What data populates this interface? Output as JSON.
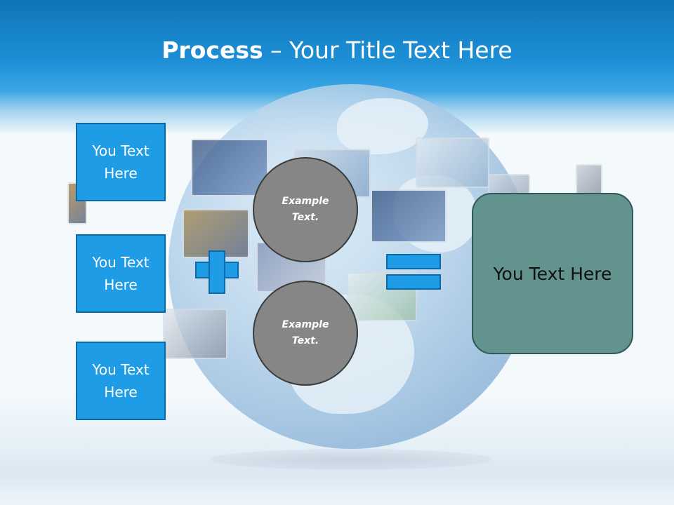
{
  "title": {
    "bold": "Process",
    "rest": " – Your Title Text Here"
  },
  "left_boxes": [
    {
      "label": "You Text Here"
    },
    {
      "label": "You Text Here"
    },
    {
      "label": "You Text Here"
    }
  ],
  "circles": [
    {
      "label": "Example Text."
    },
    {
      "label": "Example Text."
    }
  ],
  "operators": {
    "plus": "plus",
    "equals": "equals"
  },
  "result": {
    "label": "You Text Here"
  },
  "colors": {
    "header": "#1d8fd6",
    "box": "#1e9ce6",
    "circle": "#868686",
    "result": "#62938f"
  }
}
